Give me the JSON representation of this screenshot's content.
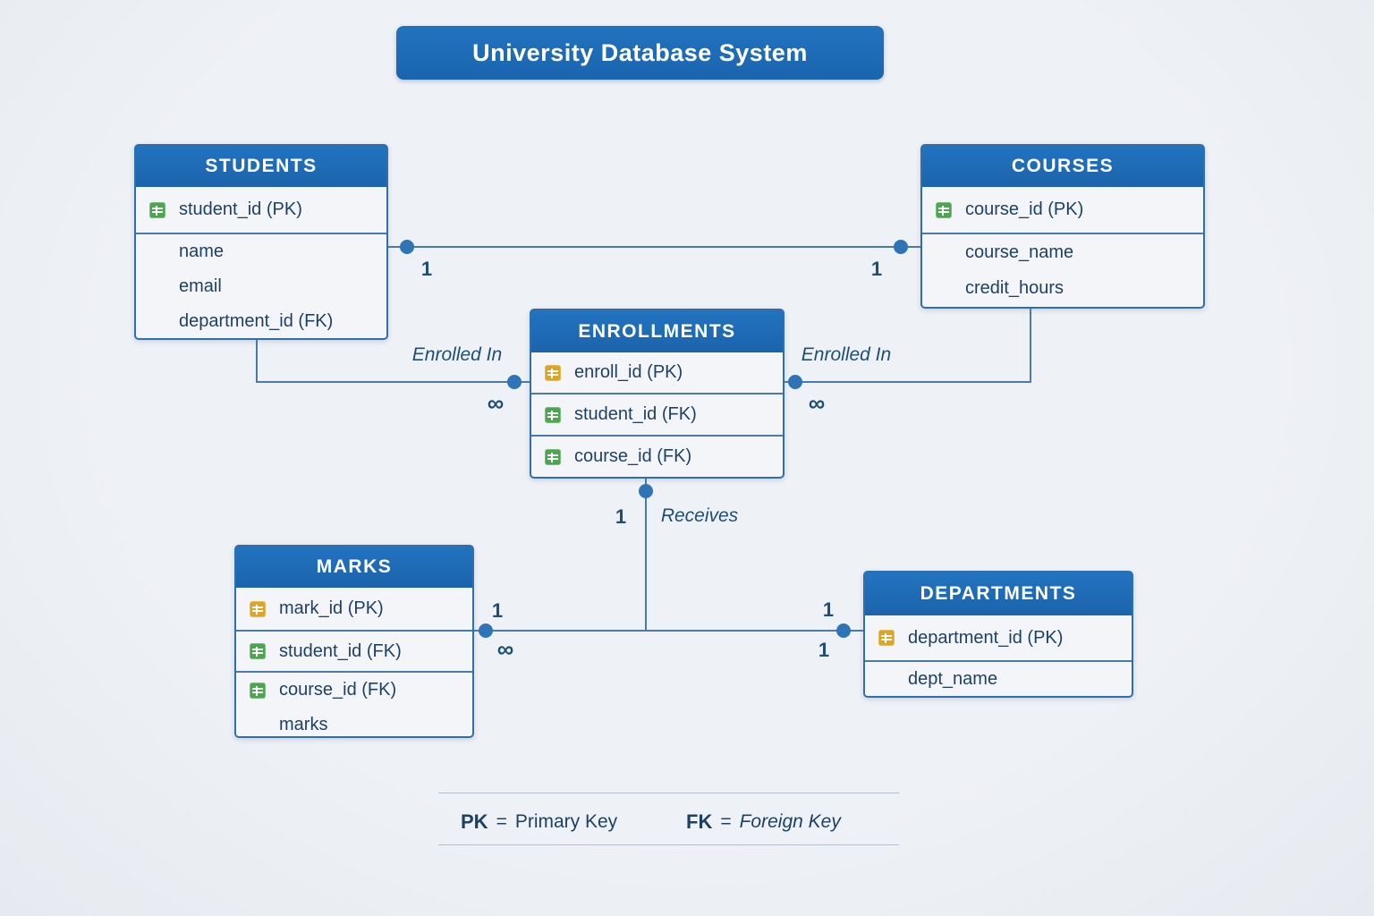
{
  "title": "University Database System",
  "colors": {
    "header_blue": "#1e6bb4",
    "border_blue": "#2f6fae",
    "line_blue": "#4a7aa9",
    "dot_blue": "#2e74b6",
    "text_navy": "#1d4165",
    "icon_green": "#4ca64f",
    "icon_amber": "#dfa423",
    "background": "#eef1f5"
  },
  "tables": {
    "students": {
      "name": "STUDENTS",
      "fields": [
        {
          "text": "student_id (PK)",
          "icon": "green"
        },
        {
          "text": "name"
        },
        {
          "text": "email"
        },
        {
          "text": "department_id (FK)"
        }
      ]
    },
    "courses": {
      "name": "COURSES",
      "fields": [
        {
          "text": "course_id (PK)",
          "icon": "green"
        },
        {
          "text": "course_name"
        },
        {
          "text": "credit_hours"
        }
      ]
    },
    "enrollments": {
      "name": "ENROLLMENTS",
      "fields": [
        {
          "text": "enroll_id (PK)",
          "icon": "amber"
        },
        {
          "text": "student_id (FK)",
          "icon": "green"
        },
        {
          "text": "course_id (FK)",
          "icon": "green"
        }
      ]
    },
    "marks": {
      "name": "MARKS",
      "fields": [
        {
          "text": "mark_id (PK)",
          "icon": "amber"
        },
        {
          "text": "student_id (FK)",
          "icon": "green"
        },
        {
          "text": "course_id (FK)",
          "icon": "green"
        },
        {
          "text": "marks"
        }
      ]
    },
    "departments": {
      "name": "DEPARTMENTS",
      "fields": [
        {
          "text": "department_id (PK)",
          "icon": "amber"
        },
        {
          "text": "dept_name"
        }
      ]
    }
  },
  "relationships": {
    "students_courses": {
      "left_cardinality": "1",
      "right_cardinality": "1"
    },
    "students_enrollments": {
      "label": "Enrolled In",
      "cardinality": "∞"
    },
    "courses_enrollments": {
      "label": "Enrolled In",
      "cardinality": "∞"
    },
    "enrollments_marks": {
      "label": "Receives",
      "cardinality": "1"
    },
    "marks_departments": {
      "marks_top": "1",
      "marks_bottom": "∞",
      "dept_top": "1",
      "dept_bottom": "1"
    }
  },
  "legend": {
    "pk_abbr": "PK",
    "pk_sep": "=",
    "pk_label": "Primary Key",
    "fk_abbr": "FK",
    "fk_sep": "=",
    "fk_label": "Foreign Key"
  }
}
